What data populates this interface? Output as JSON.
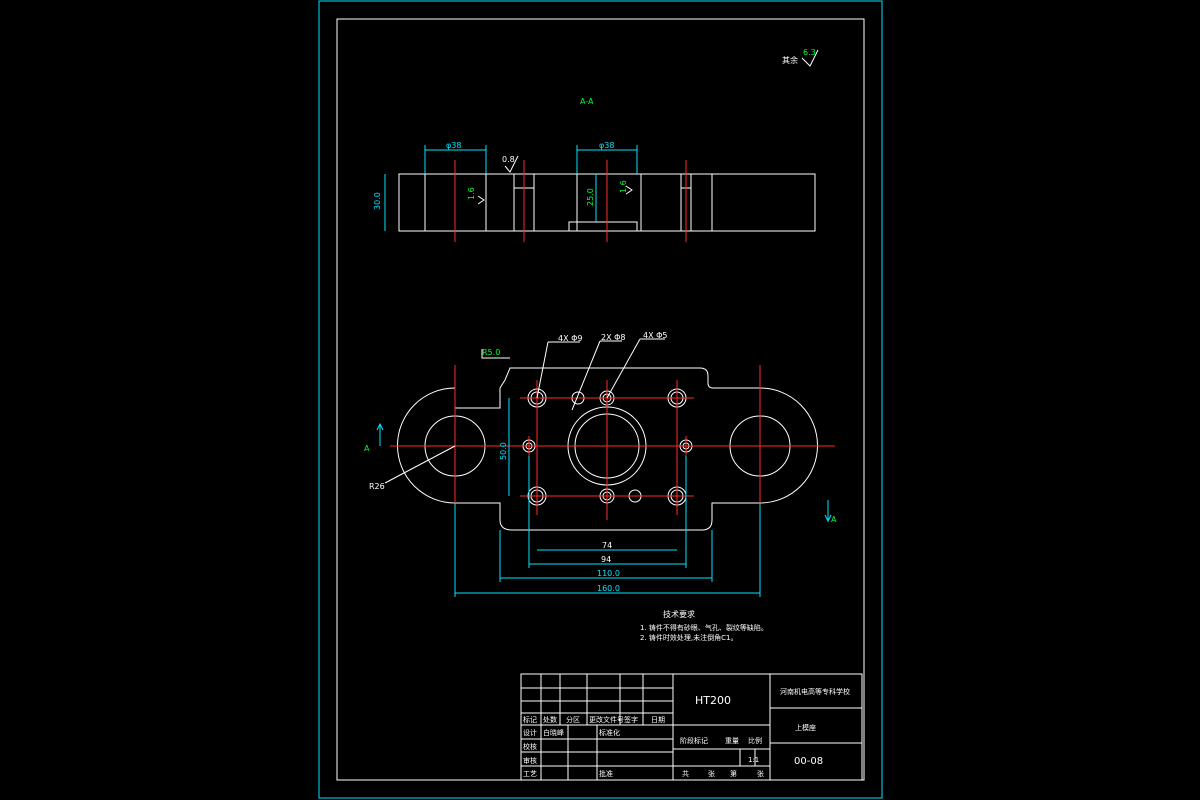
{
  "surface_note": {
    "label": "其余",
    "roughness": "6.3"
  },
  "section_view": {
    "title": "A-A",
    "dims": {
      "dia_left": "φ38",
      "dia_right": "φ38",
      "height": "30.0",
      "depth": "25.0"
    },
    "roughness": {
      "top": "0.8",
      "left": "1.6",
      "right": "1.6"
    }
  },
  "plan_view": {
    "radius_top": "R5.0",
    "radius_left": "R26",
    "holes": [
      "4X Φ9",
      "2X Φ8",
      "4X Φ5"
    ],
    "dims": {
      "vertical": "50.0",
      "d74": "74",
      "d94": "94",
      "d110": "110.0",
      "d160": "160.0"
    },
    "section_marks": [
      "A",
      "A"
    ]
  },
  "notes": {
    "title": "技术要求",
    "items": [
      "1. 铸件不得有砂眼、气孔、裂纹等缺陷。",
      "2. 铸件时效处理,未注倒角C1。"
    ]
  },
  "title_block": {
    "material": "HT200",
    "school": "河南机电高等专科学校",
    "part_name": "上模座",
    "drawing_no": "00-08",
    "scale_value": "1:1",
    "header_row": [
      "标记",
      "处数",
      "分区",
      "更改文件号",
      "签字",
      "日期"
    ],
    "left_rows": [
      "设计",
      "校核",
      "审核",
      "工艺"
    ],
    "left_names": [
      "白晓峰",
      "",
      "",
      ""
    ],
    "mid_labels": [
      "标准化",
      "",
      "",
      "批准"
    ],
    "stage_labels": [
      "阶段标记",
      "重量",
      "比例"
    ],
    "sheet_labels": [
      "共",
      "张",
      "第",
      "张"
    ]
  },
  "colors": {
    "border": "#00e5ff",
    "outline": "#ffffff",
    "center": "#ff2a2a",
    "dimension": "#00e5ff",
    "note": "#00ff3c"
  }
}
